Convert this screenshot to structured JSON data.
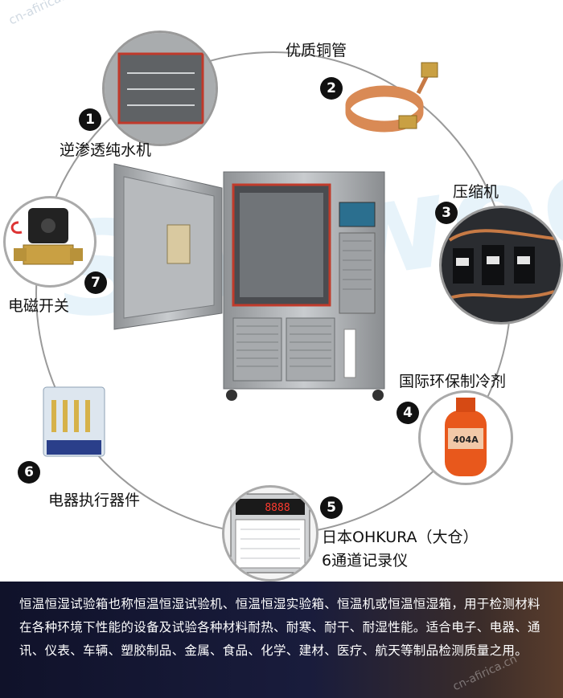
{
  "watermark_site": "cn-afirica.cn",
  "watermark_site_bottom": "cn-afirica.cn",
  "watermark_logo": "Sanwood",
  "components": [
    {
      "number": "1",
      "label": "逆渗透纯水机",
      "icon": "water-purifier-chamber-photo"
    },
    {
      "number": "2",
      "label": "优质铜管",
      "icon": "copper-coil-photo"
    },
    {
      "number": "3",
      "label": "压缩机",
      "icon": "compressor-photo"
    },
    {
      "number": "4",
      "label": "国际环保制冷剂",
      "icon": "refrigerant-cylinder-photo",
      "cylinder_text": "404A"
    },
    {
      "number": "5",
      "label_line1": "日本OHKURA（大仓）",
      "label_line2": "6通道记录仪",
      "icon": "chart-recorder-photo",
      "display_text": "8888"
    },
    {
      "number": "6",
      "label": "电器执行器件",
      "icon": "relay-photo"
    },
    {
      "number": "7",
      "label": "电磁开关",
      "icon": "solenoid-valve-photo"
    }
  ],
  "description": "恒温恒湿试验箱也称恒温恒湿试验机、恒温恒湿实验箱、恒温机或恒温恒湿箱，用于检测材料在各种环境下性能的设备及试验各种材料耐热、耐寒、耐干、耐湿性能。适合电子、电器、通讯、仪表、车辆、塑胶制品、金属、食品、化学、建材、医疗、航天等制品检测质量之用。",
  "colors": {
    "badge": "#111111",
    "ring": "#9a9a9a",
    "footer_dark": "#10122a",
    "footer_warm": "#5a3d2c",
    "copper": "#d98a55",
    "refrigerant_orange": "#e8581c"
  }
}
